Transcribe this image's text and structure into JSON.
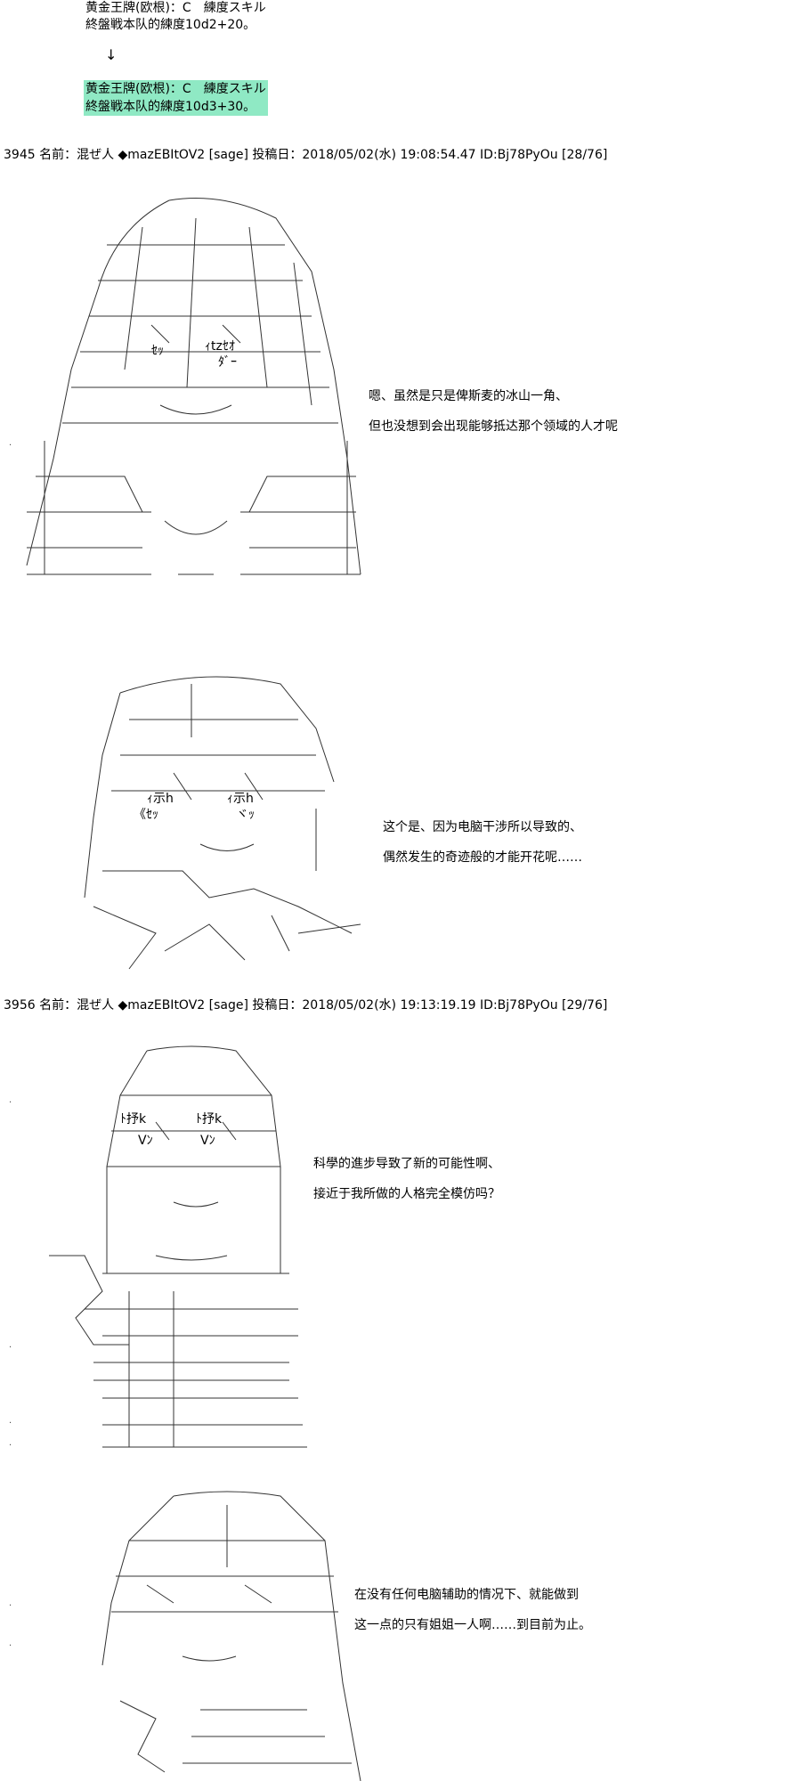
{
  "intro": {
    "line1": "黄金王牌(欧根)：C　練度スキル",
    "line2": "終盤戦本队的練度10d2+20。",
    "arrow": "↓",
    "hl_line1": "黄金王牌(欧根)：C　練度スキル",
    "hl_line2": "終盤戦本队的練度10d3+30。"
  },
  "posts": [
    {
      "header": "3945 名前：混ぜ人 ◆mazEBItOV2 [sage] 投稿日：2018/05/02(水) 19:08:54.47 ID:Bj78PyOu [28/76]",
      "panels": [
        {
          "dialog": [
            "嗯、虽然是只是俾斯麦的冰山一角、",
            "但也没想到会出现能够抵达那个领域的人才呢"
          ]
        },
        {
          "dialog": [
            "这个是、因为电脑干涉所以导致的、",
            "偶然发生的奇迹般的才能开花呢……"
          ]
        }
      ]
    },
    {
      "header": "3956 名前：混ぜ人 ◆mazEBItOV2 [sage] 投稿日：2018/05/02(水) 19:13:19.19 ID:Bj78PyOu [29/76]",
      "panels": [
        {
          "dialog": [
            "科學的進步导致了新的可能性啊、",
            "接近于我所做的人格完全模仿吗？"
          ]
        },
        {
          "dialog": [
            "在没有任何电脑辅助的情况下、就能做到",
            "这一点的只有姐姐一人啊……到目前为止。"
          ]
        }
      ]
    }
  ],
  "aa_labels": {
    "p1_a": "ｾｯ",
    "p1_b": "ｨtzｾｵ",
    "p1_c": "ﾀﾞｰ",
    "p2_a": "ｨ示h",
    "p2_b": "ｨ示h",
    "p2_c": "《ｾｯ",
    "p2_d": "ヾｯ",
    "p3_a": "ﾄ抒k",
    "p3_b": "ﾄ抒k",
    "p3_c": "Vﾝ",
    "p3_d": "Vﾝ"
  }
}
